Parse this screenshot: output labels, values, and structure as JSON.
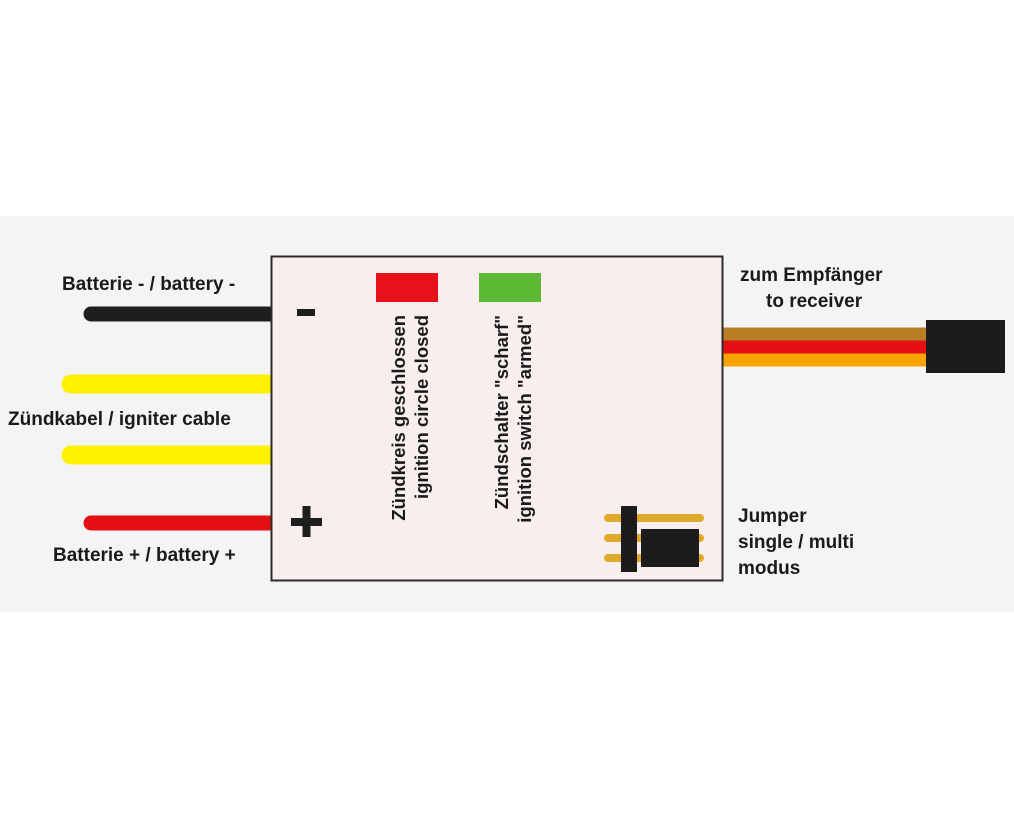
{
  "labels": {
    "battery_minus": "Batterie - / battery -",
    "igniter_cable": "Zündkabel / igniter cable",
    "battery_plus": "Batterie + / battery +",
    "receiver_line1": "zum Empfänger",
    "receiver_line2": "to receiver",
    "jumper_line1": "Jumper",
    "jumper_line2": "single / multi",
    "jumper_line3": "modus",
    "led_red_line1": "Zündkreis geschlossen",
    "led_red_line2": "ignition circle closed",
    "led_green_line1": "Zündschalter \"scharf\"",
    "led_green_line2": "ignition switch \"armed\"",
    "minus_symbol": "-",
    "plus_symbol": "+"
  },
  "colors": {
    "band": "#f4f4f4",
    "box_fill": "#f8eeee",
    "box_border": "#2b2b2b",
    "wire_black": "#1e1e1e",
    "wire_yellow": "#fff200",
    "wire_red": "#e30f13",
    "wire_brown": "#b87e26",
    "wire_orange": "#f5a300",
    "led_red": "#e8101a",
    "led_green": "#5db834",
    "connector": "#1c1c1c",
    "jumper_pin": "#e0ab2a"
  }
}
